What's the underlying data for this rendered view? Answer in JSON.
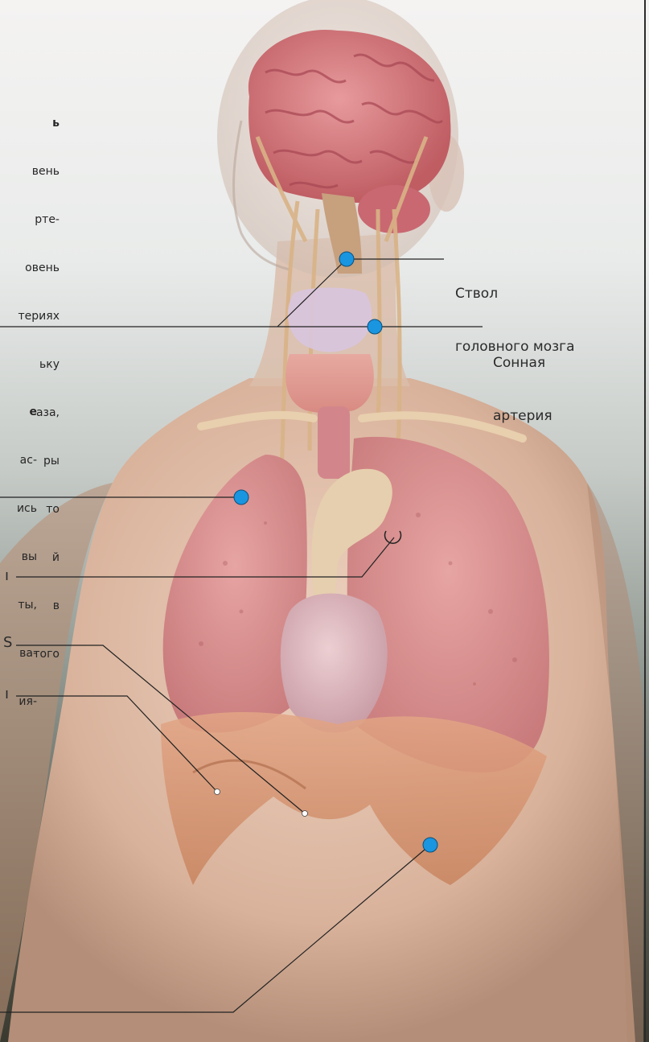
{
  "colors": {
    "accent_dot": "#1a95e0",
    "leader_line": "#222222",
    "skin": "#e2c3ad",
    "lung": "#d98f8e",
    "brain": "#d77b7f"
  },
  "text_blocks": {
    "top": {
      "heading": "ь",
      "lines": [
        "вень",
        "рте-",
        "овень",
        "териях",
        "ьку",
        "аза,",
        "ры",
        "то",
        "й",
        "в",
        "того"
      ]
    },
    "middle": {
      "heading": "е",
      "lines": [
        "ас-",
        "ись",
        "вы",
        "ты,",
        "ва-",
        "ия-"
      ]
    }
  },
  "callouts": {
    "brainstem": {
      "line1": "Ствол",
      "line2": "головного мозга"
    },
    "carotid": {
      "line1": "Сонная",
      "line2": "артерия"
    }
  },
  "edge_fragments": {
    "frag1": "ı",
    "frag2": "S",
    "frag3": "ı"
  },
  "markers": [
    {
      "name": "brainstem-marker",
      "type": "dot"
    },
    {
      "name": "carotid-marker",
      "type": "dot"
    },
    {
      "name": "lung-marker",
      "type": "dot"
    },
    {
      "name": "aorta-marker",
      "type": "ring"
    },
    {
      "name": "diaphragm-marker-1",
      "type": "small-dot"
    },
    {
      "name": "diaphragm-marker-2",
      "type": "small-dot"
    },
    {
      "name": "liver-marker",
      "type": "dot"
    }
  ]
}
